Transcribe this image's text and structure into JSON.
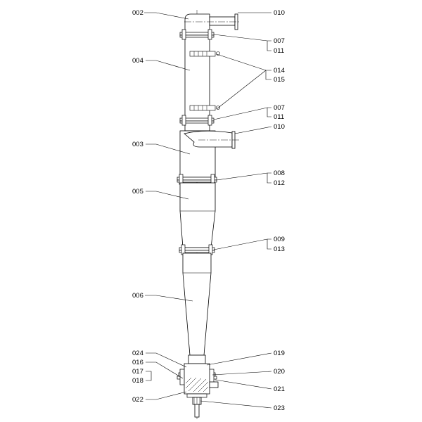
{
  "labels": {
    "l002": "002",
    "l004": "004",
    "l003": "003",
    "l005": "005",
    "l006": "006",
    "l024": "024",
    "l016": "016",
    "l017": "017",
    "l018": "018",
    "l022": "022",
    "l010a": "010",
    "l007a": "007",
    "l011a": "011",
    "l014": "014",
    "l015": "015",
    "l007b": "007",
    "l011b": "011",
    "l010b": "010",
    "l008": "008",
    "l012": "012",
    "l009": "009",
    "l013": "013",
    "l019": "019",
    "l020": "020",
    "l021": "021",
    "l023": "023"
  }
}
